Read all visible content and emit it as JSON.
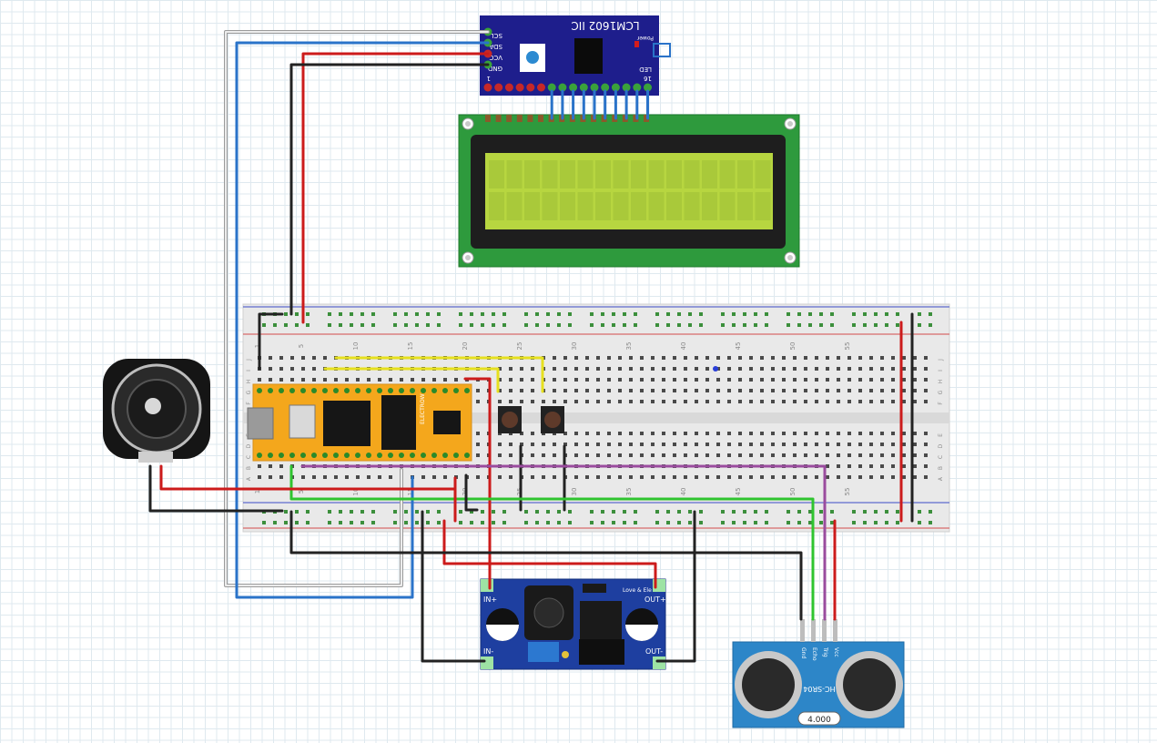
{
  "i2c_module": {
    "title": "LCM1602 IIC",
    "pins": [
      "SCL",
      "SDA",
      "VCC",
      "GND"
    ],
    "power_label": "Power",
    "led_label": "LED",
    "pin16_label": "16",
    "pin1_label": "1"
  },
  "breadboard": {
    "top_column_numbers": [
      "1",
      "5",
      "10",
      "15",
      "20",
      "25",
      "30",
      "35",
      "40",
      "45",
      "50",
      "55"
    ],
    "bottom_column_numbers": [
      "1",
      "5",
      "10",
      "15",
      "20",
      "25",
      "30",
      "35",
      "40",
      "45",
      "50",
      "55"
    ],
    "row_letters_top": [
      "J",
      "I",
      "H",
      "G",
      "F"
    ],
    "row_letters_bottom": [
      "E",
      "D",
      "C",
      "B",
      "A"
    ]
  },
  "microcontroller": {
    "brand": "ELECTROW"
  },
  "buck_converter": {
    "in_plus": "IN+",
    "in_minus": "IN-",
    "out_plus": "OUT+",
    "out_minus": "OUT-",
    "logo": "Love & Ele"
  },
  "ultrasonic_sensor": {
    "model": "HC-SR04",
    "pins": [
      "Gnd",
      "Echo",
      "Trig",
      "Vcc"
    ],
    "crystal": "4.000"
  },
  "colors": {
    "wire_red": "#cc1b1b",
    "wire_black": "#222222",
    "wire_blue": "#2a73c9",
    "wire_white": "#e6e6e6",
    "wire_green": "#2fc42f",
    "wire_yellow": "#e6e01f",
    "wire_purple": "#9a4c9e",
    "lcd_screen": "#b7d640",
    "lcd_pcb": "#2e9a3d",
    "module_blue": "#1e1e8c",
    "sensor_blue": "#2d86c8",
    "mcu_orange": "#f4a71c"
  }
}
